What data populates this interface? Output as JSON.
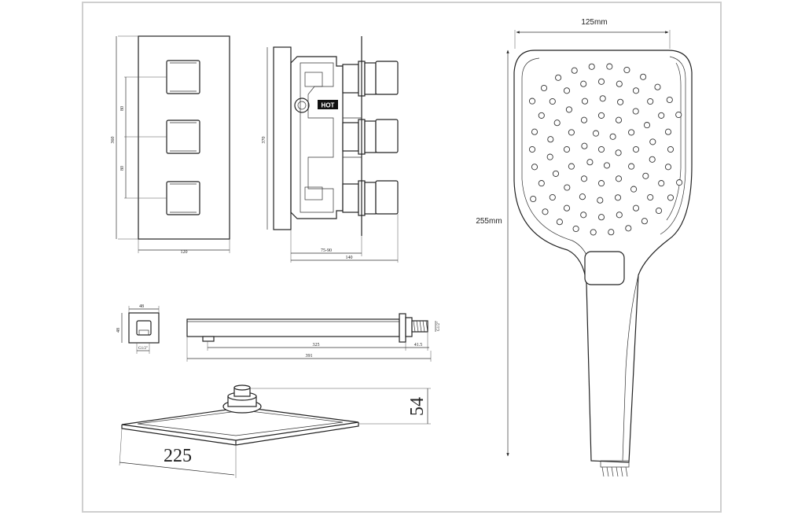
{
  "handset": {
    "width_label": "125mm",
    "height_label": "255mm"
  },
  "valve_front": {
    "height_label": "360",
    "spacing_top_label": "80",
    "spacing_bottom_label": "80",
    "width_label": "120"
  },
  "valve_side": {
    "hot_label": "HOT",
    "height_label": "370",
    "depth_range_label": "75-90",
    "depth_label": "140"
  },
  "wall_outlet": {
    "width_label": "48",
    "height_label": "48",
    "thread_label": "G1/2\""
  },
  "shower_arm": {
    "reach_label": "325",
    "offset_label": "41.5",
    "total_label": "391",
    "thread_label": "G1/2\""
  },
  "shower_head": {
    "width_label": "225",
    "height_label": "54"
  }
}
